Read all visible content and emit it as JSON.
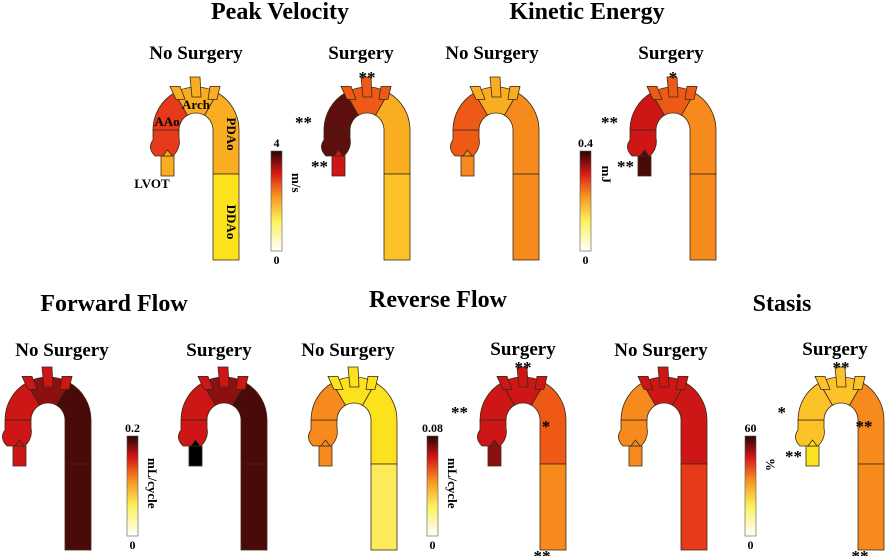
{
  "colors": {
    "dark": "#4a0a0a",
    "dark2": "#5c0f0c",
    "deep_red": "#8c1010",
    "red": "#cf1616",
    "red_orange": "#e63a1a",
    "orange_red": "#ee5a16",
    "orange": "#f68a1c",
    "orange_yellow": "#f9ad20",
    "yellow_orange": "#fbc22a",
    "yellow": "#fbe21c",
    "light_yellow": "#fbeb5a",
    "pale_yellow": "#fbf09a",
    "black": "#000000"
  },
  "titles": {
    "peak_velocity": "Peak Velocity",
    "kinetic_energy": "Kinetic Energy",
    "forward_flow": "Forward Flow",
    "reverse_flow": "Reverse Flow",
    "stasis": "Stasis"
  },
  "panels": [
    {
      "id": "pv-no",
      "label": "No Surgery",
      "colors": {
        "lvot": "orange_yellow",
        "aao": "red_orange",
        "arch": "orange_yellow",
        "branches": "orange_yellow",
        "pdao": "orange_yellow",
        "ddao": "yellow"
      },
      "segment_labels": {
        "aao": "AAo",
        "arch": "Arch",
        "pdao": "PDAo",
        "ddao": "DDAo",
        "lvot": "LVOT"
      },
      "stars": []
    },
    {
      "id": "pv-s",
      "label": "Surgery",
      "colors": {
        "lvot": "red",
        "aao": "dark2",
        "arch": "orange_red",
        "branches": "orange_red",
        "pdao": "orange_yellow",
        "ddao": "yellow_orange"
      },
      "stars": [
        {
          "text": "**",
          "pos": "top"
        },
        {
          "text": "**",
          "pos": "left"
        },
        {
          "text": "**",
          "pos": "lvot"
        }
      ]
    },
    {
      "id": "ke-no",
      "label": "No Surgery",
      "colors": {
        "lvot": "orange",
        "aao": "orange_red",
        "arch": "orange_yellow",
        "branches": "orange_yellow",
        "pdao": "orange",
        "ddao": "orange"
      },
      "stars": []
    },
    {
      "id": "ke-s",
      "label": "Surgery",
      "colors": {
        "lvot": "dark",
        "aao": "red",
        "arch": "orange_red",
        "branches": "orange_red",
        "pdao": "orange",
        "ddao": "orange"
      },
      "stars": [
        {
          "text": "*",
          "pos": "top"
        },
        {
          "text": "**",
          "pos": "left"
        },
        {
          "text": "**",
          "pos": "lvot"
        }
      ]
    },
    {
      "id": "ff-no",
      "label": "No Surgery",
      "colors": {
        "lvot": "red",
        "aao": "red",
        "arch": "deep_red",
        "branches": "red",
        "pdao": "dark",
        "ddao": "dark"
      },
      "stars": []
    },
    {
      "id": "ff-s",
      "label": "Surgery",
      "colors": {
        "lvot": "black",
        "aao": "red",
        "arch": "deep_red",
        "branches": "red",
        "pdao": "dark",
        "ddao": "dark"
      },
      "stars": []
    },
    {
      "id": "rf-no",
      "label": "No Surgery",
      "colors": {
        "lvot": "orange",
        "aao": "orange",
        "arch": "yellow",
        "branches": "yellow",
        "pdao": "yellow",
        "ddao": "light_yellow"
      },
      "stars": []
    },
    {
      "id": "rf-s",
      "label": "Surgery",
      "colors": {
        "lvot": "deep_red",
        "aao": "red",
        "arch": "red",
        "branches": "red",
        "pdao": "orange_red",
        "ddao": "orange"
      },
      "stars": [
        {
          "text": "**",
          "pos": "top"
        },
        {
          "text": "**",
          "pos": "left"
        },
        {
          "text": "*",
          "pos": "inner"
        },
        {
          "text": "**",
          "pos": "ddao"
        }
      ]
    },
    {
      "id": "st-no",
      "label": "No Surgery",
      "colors": {
        "lvot": "orange",
        "aao": "orange",
        "arch": "red",
        "branches": "red",
        "pdao": "red",
        "ddao": "red_orange"
      },
      "stars": []
    },
    {
      "id": "st-s",
      "label": "Surgery",
      "colors": {
        "lvot": "yellow",
        "aao": "yellow_orange",
        "arch": "yellow_orange",
        "branches": "yellow_orange",
        "pdao": "orange",
        "ddao": "orange"
      },
      "stars": [
        {
          "text": "**",
          "pos": "top"
        },
        {
          "text": "*",
          "pos": "left"
        },
        {
          "text": "**",
          "pos": "inner"
        },
        {
          "text": "**",
          "pos": "lvot"
        },
        {
          "text": "**",
          "pos": "ddao"
        }
      ]
    }
  ],
  "colorbars": [
    {
      "id": "cb-pv",
      "max": "4",
      "min": "0",
      "unit": "m/s",
      "inverted_unit": false
    },
    {
      "id": "cb-ke",
      "max": "0.4",
      "min": "0",
      "unit": "mJ",
      "inverted_unit": true
    },
    {
      "id": "cb-ff",
      "max": "0.2",
      "min": "0",
      "unit": "mL/cycle",
      "inverted_unit": false
    },
    {
      "id": "cb-rf",
      "max": "0.08",
      "min": "0",
      "unit": "mL/cycle",
      "inverted_unit": false
    },
    {
      "id": "cb-st",
      "max": "60",
      "min": "0",
      "unit": "%",
      "inverted_unit": false
    }
  ]
}
